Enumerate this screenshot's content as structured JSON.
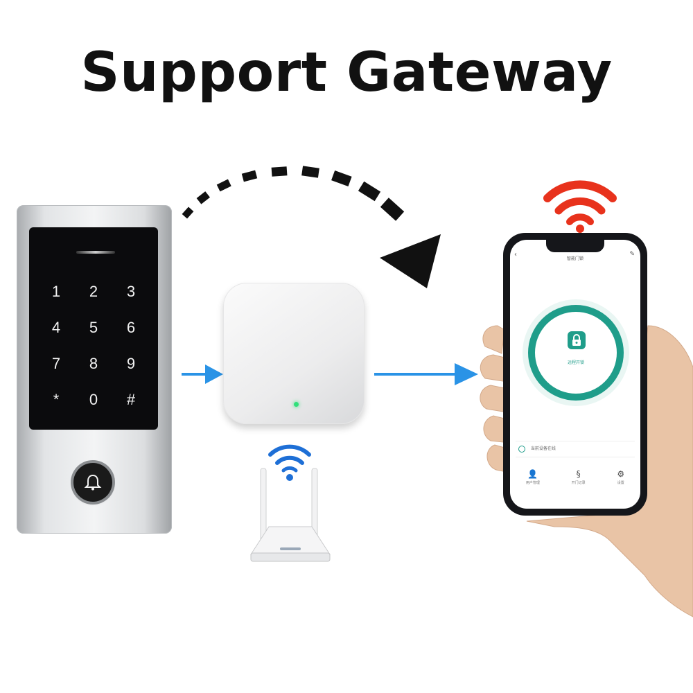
{
  "title": "Support Gateway",
  "keypad": {
    "keys": [
      "1",
      "2",
      "3",
      "4",
      "5",
      "6",
      "7",
      "8",
      "9",
      "*",
      "0",
      "#"
    ],
    "bell_icon": "bell-icon"
  },
  "gateway": {
    "led_color": "#2fe07a"
  },
  "router": {
    "icon": "wifi-icon",
    "signal_color": "#1e6fd6"
  },
  "phone": {
    "app_title": "智能门锁",
    "unlock_label": "远程开锁",
    "status_text": "当前设备在线",
    "tabs": [
      {
        "icon": "user-icon",
        "label": "用户管理"
      },
      {
        "icon": "record-icon",
        "label": "开门记录"
      },
      {
        "icon": "settings-icon",
        "label": "设置"
      }
    ],
    "accent": "#1f9d8a",
    "wifi_color": "#e8321c"
  },
  "arrows": {
    "flow_color": "#2a93e6",
    "curve_color": "#111111"
  }
}
